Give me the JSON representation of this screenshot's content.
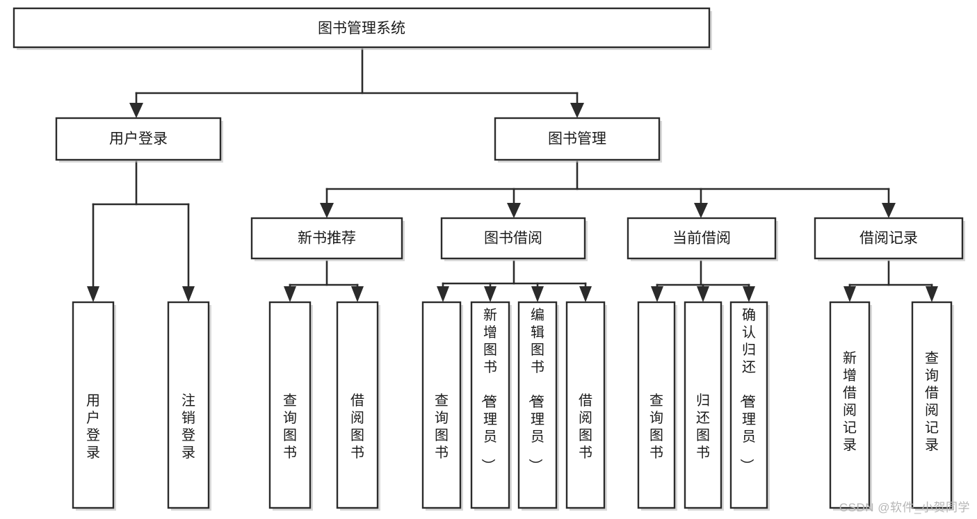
{
  "diagram": {
    "title": "图书管理系统",
    "type": "tree-hierarchy",
    "orientation": "top-down",
    "colors": {
      "box_fill": "#ffffff",
      "box_stroke": "#2b2b2b",
      "connector": "#2b2b2b",
      "background": "#ffffff",
      "watermark": "#b6b6b6"
    },
    "root": {
      "label": "图书管理系统"
    },
    "level1": [
      {
        "label": "用户登录"
      },
      {
        "label": "图书管理"
      }
    ],
    "level2": [
      {
        "label": "新书推荐"
      },
      {
        "label": "图书借阅"
      },
      {
        "label": "当前借阅"
      },
      {
        "label": "借阅记录"
      }
    ],
    "leaves": {
      "user_login": [
        {
          "label": "用户登录"
        },
        {
          "label": "注销登录"
        }
      ],
      "new_book_recommend": [
        {
          "label": "查询图书"
        },
        {
          "label": "借阅图书"
        }
      ],
      "book_borrow": [
        {
          "label": "查询图书"
        },
        {
          "label": "新增图书（管理员）"
        },
        {
          "label": "编辑图书（管理员）"
        },
        {
          "label": "借阅图书"
        }
      ],
      "current_borrow": [
        {
          "label": "查询图书"
        },
        {
          "label": "归还图书"
        },
        {
          "label": "确认归还（管理员）"
        }
      ],
      "borrow_record": [
        {
          "label": "新增借阅记录"
        },
        {
          "label": "查询借阅记录"
        }
      ]
    }
  },
  "watermark": {
    "text": "CSDN @软件_小贺同学"
  }
}
